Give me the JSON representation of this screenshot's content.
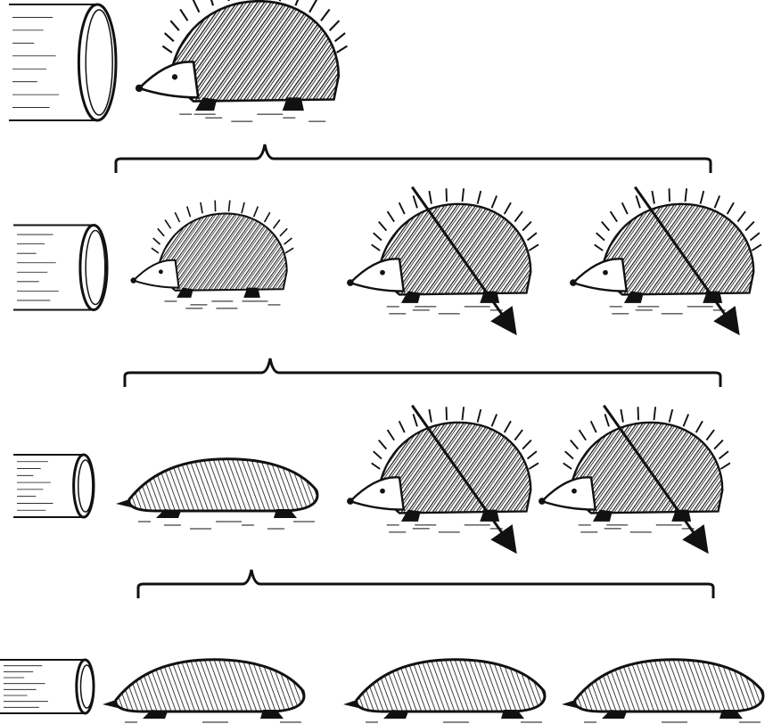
{
  "diagram": {
    "rows": [
      {
        "tube": "pipe-icon",
        "animals": [
          {
            "kind": "hedgehog",
            "crossed_out": false
          }
        ]
      },
      {
        "tube": "pipe-icon",
        "animals": [
          {
            "kind": "hedgehog",
            "crossed_out": false
          },
          {
            "kind": "hedgehog",
            "crossed_out": true
          },
          {
            "kind": "hedgehog",
            "crossed_out": true
          }
        ]
      },
      {
        "tube": "pipe-icon",
        "animals": [
          {
            "kind": "mole",
            "crossed_out": false
          },
          {
            "kind": "hedgehog",
            "crossed_out": true
          },
          {
            "kind": "hedgehog",
            "crossed_out": true
          }
        ]
      },
      {
        "tube": "pipe-icon",
        "animals": [
          {
            "kind": "mole",
            "crossed_out": false
          },
          {
            "kind": "mole",
            "crossed_out": false
          },
          {
            "kind": "mole",
            "crossed_out": false
          }
        ]
      }
    ],
    "brackets": 3,
    "colors": {
      "ink": "#111111",
      "paper": "#ffffff"
    }
  }
}
